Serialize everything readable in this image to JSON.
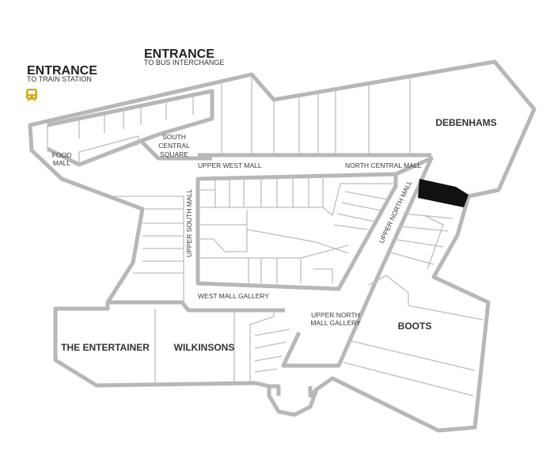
{
  "entrances": {
    "train": {
      "title": "ENTRANCE",
      "subtitle": "TO TRAIN STATION"
    },
    "bus": {
      "title": "ENTRANCE",
      "subtitle": "TO BUS INTERCHANGE"
    }
  },
  "icons": {
    "train": "train-icon",
    "train_color": "#d7a722"
  },
  "areas": {
    "food_mall": [
      "FOOD",
      "MALL"
    ],
    "south_central_square": [
      "SOUTH",
      "CENTRAL",
      "SQUARE"
    ],
    "upper_west_mall": "UPPER WEST MALL",
    "north_central_mall": "NORTH CENTRAL MALL",
    "upper_south_mall": "UPPER SOUTH MALL",
    "upper_north_mall": "UPPER NORTH MALL",
    "west_mall_gallery": "WEST MALL GALLERY",
    "upper_north_mall_gallery": [
      "UPPER NORTH",
      "MALL GALLERY"
    ]
  },
  "stores": {
    "debenhams": "DEBENHAMS",
    "boots": "BOOTS",
    "the_entertainer": "THE ENTERTAINER",
    "wilkinsons": "WILKINSONS"
  },
  "colors": {
    "outline": "#b7b7b7",
    "highlight": "#111111",
    "background": "#ffffff"
  }
}
